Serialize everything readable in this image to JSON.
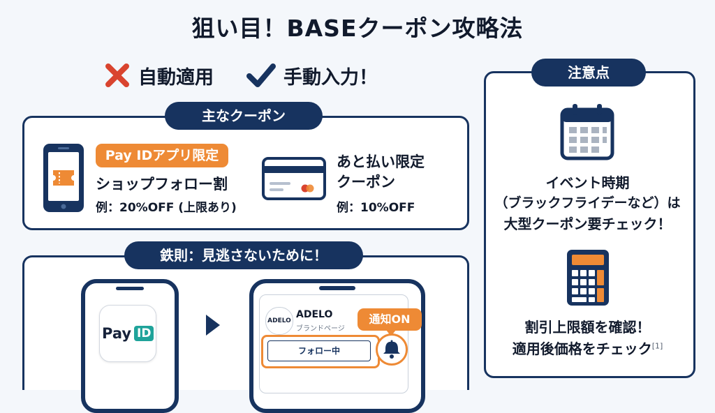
{
  "title": "狙い目！BASEクーポン攻略法",
  "auto_apply": {
    "label": "自動適用",
    "icon": "cross-icon"
  },
  "manual_input": {
    "label": "手動入力！",
    "icon": "check-icon"
  },
  "main_coupons": {
    "header": "主なクーポン",
    "coupon1": {
      "tag": "Pay IDアプリ限定",
      "name": "ショップフォロー割",
      "example": "例：20%OFF (上限あり)"
    },
    "coupon2": {
      "name_line1": "あと払い限定",
      "name_line2": "クーポン",
      "example": "例：10%OFF"
    }
  },
  "rule": {
    "header": "鉄則：見逃さないために！",
    "app_label_pay": "Pay",
    "app_label_id": "ID",
    "shop_logo": "ADELO",
    "shop_name": "ADELO",
    "shop_sub": "ブランドページ",
    "notify_tag": "通知ON",
    "follow_button": "フォロー中"
  },
  "notes": {
    "header": "注意点",
    "note1": {
      "line1": "イベント時期",
      "line2": "（ブラックフライデーなど）は",
      "line3": "大型クーポン要チェック！"
    },
    "note2": {
      "line1": "割引上限額を確認！",
      "line2": "適用後価格をチェック",
      "ref": "[1]"
    }
  },
  "colors": {
    "navy": "#17335f",
    "orange": "#ee8a35",
    "red": "#d9442f",
    "teal": "#1fa39a"
  }
}
